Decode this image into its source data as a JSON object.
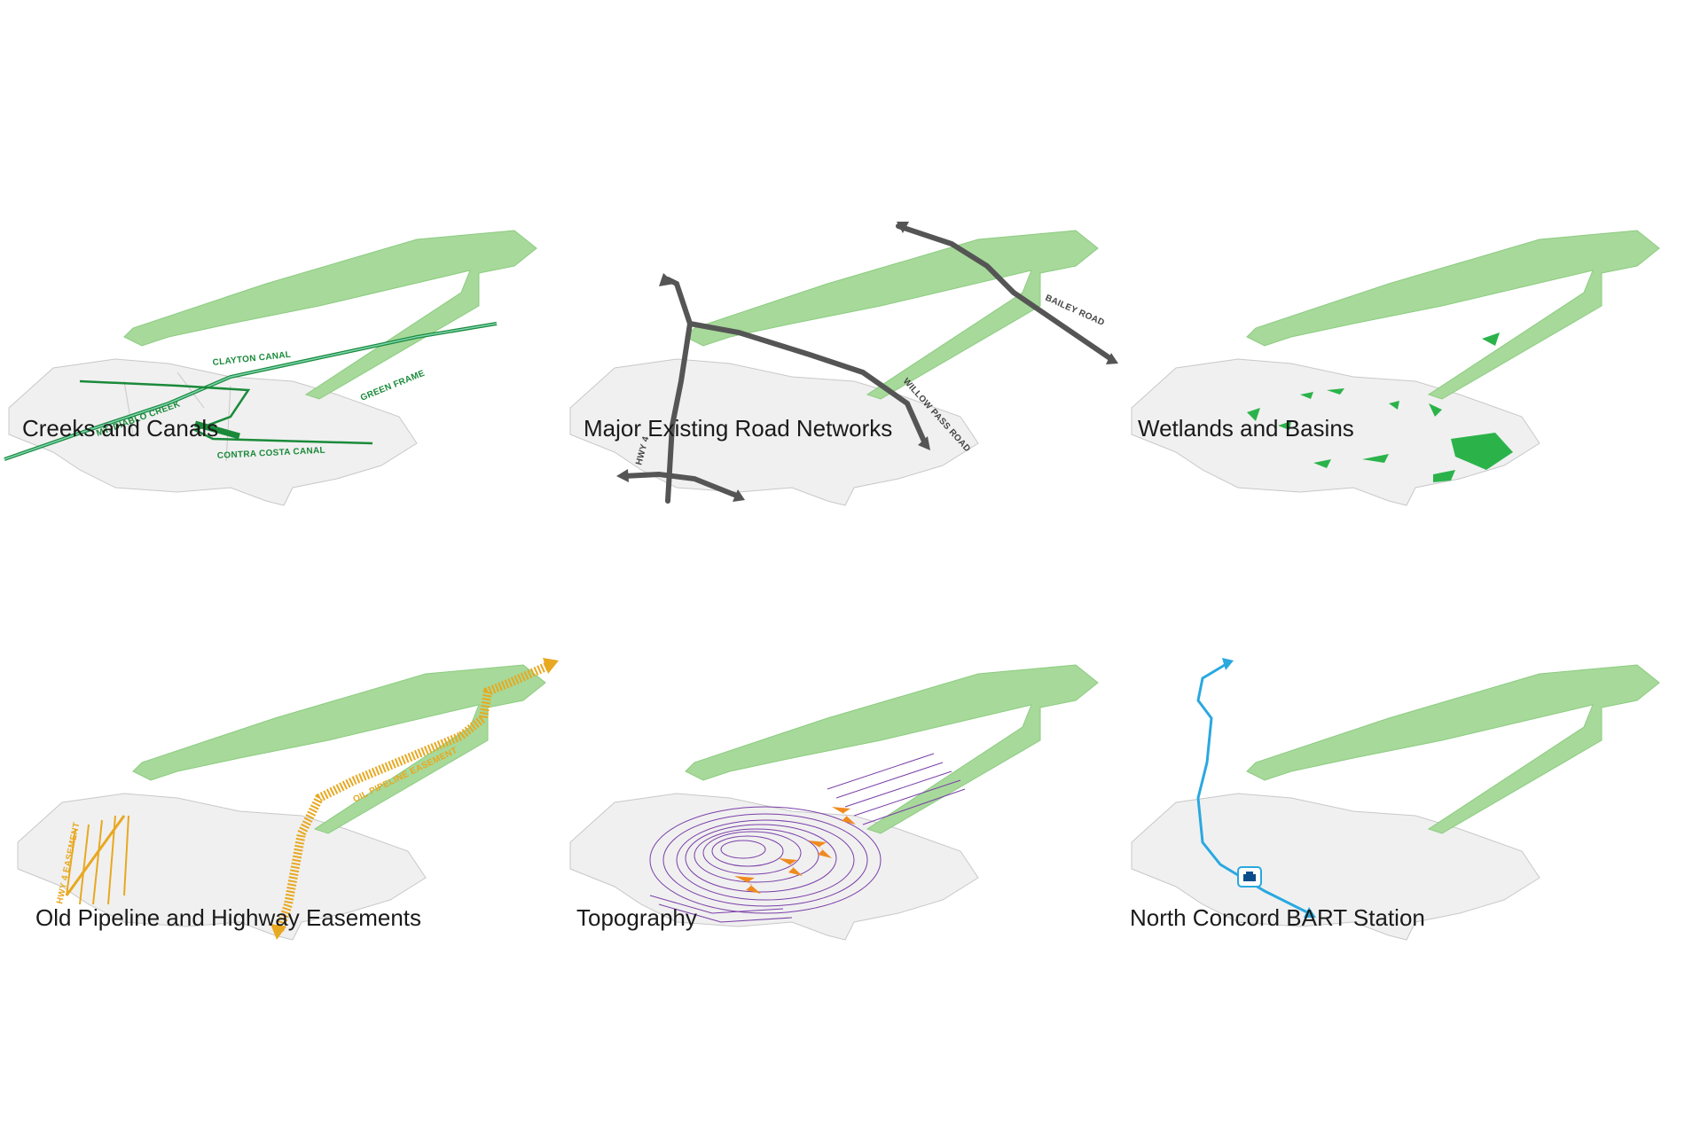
{
  "panels": [
    {
      "caption": "Creeks and Canals",
      "labels": [
        "CLAYTON CANAL",
        "GREEN FRAME",
        "MT. DIABLO CREEK",
        "CONTRA COSTA CANAL"
      ],
      "accent": "#1a8a3a"
    },
    {
      "caption": "Major Existing Road Networks",
      "labels": [
        "BAILEY ROAD",
        "WILLOW PASS ROAD",
        "HWY 4"
      ],
      "accent": "#555555"
    },
    {
      "caption": "Wetlands and Basins",
      "labels": [],
      "accent": "#2bb34a"
    },
    {
      "caption": "Old Pipeline and Highway Easements",
      "labels": [
        "HWY 4 EASEMENT",
        "OIL PIPELINE EASEMENT"
      ],
      "accent": "#e8a820"
    },
    {
      "caption": "Topography",
      "labels": [],
      "accent": "#7a3fa8"
    },
    {
      "caption": "North Concord BART Station",
      "labels": [],
      "accent": "#2aa8e0"
    }
  ],
  "colors": {
    "site_fill": "#f0f0f0",
    "site_stroke": "#c8c8c8",
    "green_frame": "#a7d99a",
    "green_frame_stroke": "#8ccc80"
  },
  "bart_icon": "bart-station-icon"
}
